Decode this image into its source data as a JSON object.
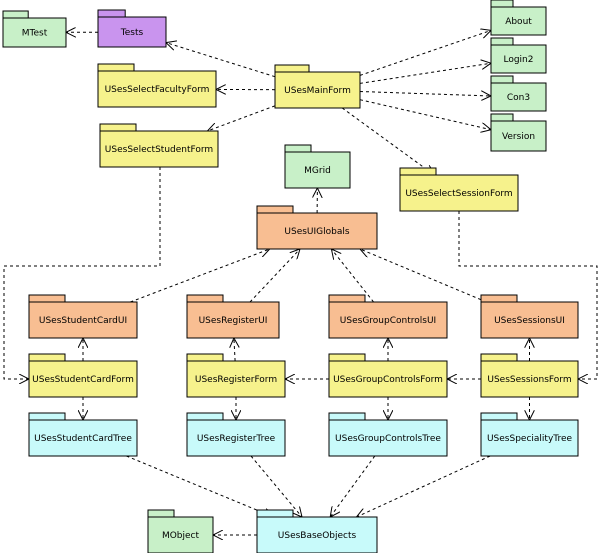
{
  "colors": {
    "green": "#c8f0c8",
    "purple": "#c994ee",
    "yellow": "#f6f28c",
    "orange": "#f8be92",
    "cyan": "#c8fafa"
  },
  "packages": {
    "mtest": {
      "label": "MTest",
      "color": "green"
    },
    "tests": {
      "label": "Tests",
      "color": "purple"
    },
    "about": {
      "label": "About",
      "color": "green"
    },
    "login2": {
      "label": "Login2",
      "color": "green"
    },
    "con3": {
      "label": "Con3",
      "color": "green"
    },
    "version": {
      "label": "Version",
      "color": "green"
    },
    "select_faculty": {
      "label": "USesSelectFacultyForm",
      "color": "yellow"
    },
    "main_form": {
      "label": "USesMainForm",
      "color": "yellow"
    },
    "select_student": {
      "label": "USesSelectStudentForm",
      "color": "yellow"
    },
    "mgrid": {
      "label": "MGrid",
      "color": "green"
    },
    "select_session": {
      "label": "USesSelectSessionForm",
      "color": "yellow"
    },
    "ui_globals": {
      "label": "USesUIGlobals",
      "color": "orange"
    },
    "student_card_ui": {
      "label": "USesStudentCardUI",
      "color": "orange"
    },
    "register_ui": {
      "label": "USesRegisterUI",
      "color": "orange"
    },
    "group_controls_ui": {
      "label": "USesGroupControlsUI",
      "color": "orange"
    },
    "sessions_ui": {
      "label": "USesSessionsUI",
      "color": "orange"
    },
    "student_card_form": {
      "label": "USesStudentCardForm",
      "color": "yellow"
    },
    "register_form": {
      "label": "USesRegisterForm",
      "color": "yellow"
    },
    "group_controls_form": {
      "label": "USesGroupControlsForm",
      "color": "yellow"
    },
    "sessions_form": {
      "label": "USesSessionsForm",
      "color": "yellow"
    },
    "student_card_tree": {
      "label": "USesStudentCardTree",
      "color": "cyan"
    },
    "register_tree": {
      "label": "USesRegisterTree",
      "color": "cyan"
    },
    "group_controls_tree": {
      "label": "USesGroupControlsTree",
      "color": "cyan"
    },
    "speciality_tree": {
      "label": "USesSpecialityTree",
      "color": "cyan"
    },
    "mobject": {
      "label": "MObject",
      "color": "green"
    },
    "base_objects": {
      "label": "USesBaseObjects",
      "color": "cyan"
    }
  },
  "dependencies": [
    {
      "from": "tests",
      "to": "mtest"
    },
    {
      "from": "main_form",
      "to": "tests"
    },
    {
      "from": "main_form",
      "to": "about"
    },
    {
      "from": "main_form",
      "to": "login2"
    },
    {
      "from": "main_form",
      "to": "con3"
    },
    {
      "from": "main_form",
      "to": "version"
    },
    {
      "from": "main_form",
      "to": "select_faculty"
    },
    {
      "from": "main_form",
      "to": "select_student"
    },
    {
      "from": "main_form",
      "to": "select_session"
    },
    {
      "from": "ui_globals",
      "to": "mgrid"
    },
    {
      "from": "student_card_ui",
      "to": "ui_globals"
    },
    {
      "from": "register_ui",
      "to": "ui_globals"
    },
    {
      "from": "group_controls_ui",
      "to": "ui_globals"
    },
    {
      "from": "sessions_ui",
      "to": "ui_globals"
    },
    {
      "from": "select_student",
      "to": "student_card_form"
    },
    {
      "from": "select_session",
      "to": "sessions_form"
    },
    {
      "from": "student_card_form",
      "to": "student_card_ui"
    },
    {
      "from": "register_form",
      "to": "register_ui"
    },
    {
      "from": "group_controls_form",
      "to": "group_controls_ui"
    },
    {
      "from": "sessions_form",
      "to": "sessions_ui"
    },
    {
      "from": "group_controls_form",
      "to": "register_form"
    },
    {
      "from": "sessions_form",
      "to": "group_controls_form"
    },
    {
      "from": "student_card_form",
      "to": "student_card_tree"
    },
    {
      "from": "register_form",
      "to": "register_tree"
    },
    {
      "from": "group_controls_form",
      "to": "group_controls_tree"
    },
    {
      "from": "sessions_form",
      "to": "speciality_tree"
    },
    {
      "from": "student_card_tree",
      "to": "base_objects"
    },
    {
      "from": "register_tree",
      "to": "base_objects"
    },
    {
      "from": "group_controls_tree",
      "to": "base_objects"
    },
    {
      "from": "speciality_tree",
      "to": "base_objects"
    },
    {
      "from": "base_objects",
      "to": "mobject"
    }
  ]
}
